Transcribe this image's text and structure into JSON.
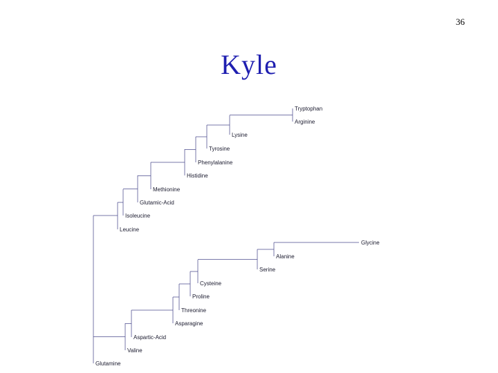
{
  "page_number": "36",
  "title": "Kyle",
  "tree": {
    "line_color": "#4a4a8c",
    "leaves": [
      "Tryptophan",
      "Arginine",
      "Lysine",
      "Tyrosine",
      "Phenylalanine",
      "Histidine",
      "Methionine",
      "Glutamic-Acid",
      "Isoleucine",
      "Leucine",
      "Glycine",
      "Alanine",
      "Serine",
      "Cysteine",
      "Proline",
      "Threonine",
      "Asparagine",
      "Aspartic-Acid",
      "Valine",
      "Glutamine"
    ]
  }
}
